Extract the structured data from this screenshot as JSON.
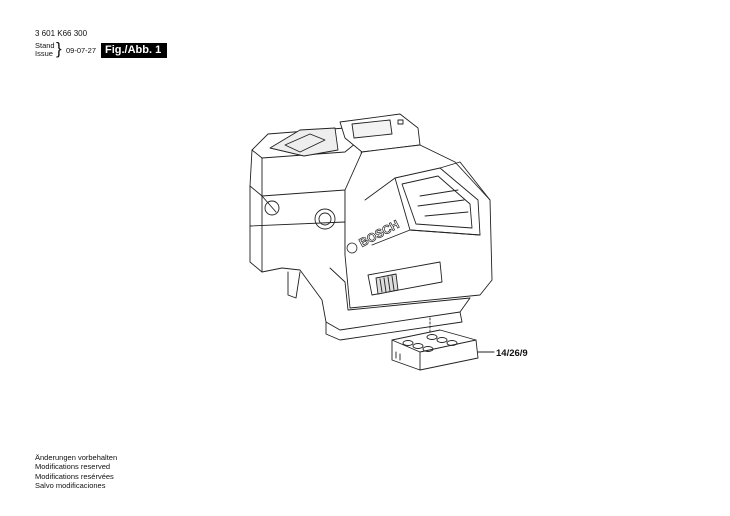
{
  "header": {
    "part_number": "3 601 K66 300",
    "stand_label": "Stand",
    "issue_label": "Issue",
    "date": "09-07-27",
    "figure_label": "Fig./Abb. 1"
  },
  "diagram": {
    "subject": "Bosch point laser level, exploded view",
    "brand_text": "BOSCH",
    "callouts": [
      {
        "label": "14/26/9",
        "part": "base-plate"
      }
    ]
  },
  "footer": {
    "notes": [
      "Änderungen vorbehalten",
      "Modifications reserved",
      "Modifications resérvées",
      "Salvo modificaciones"
    ]
  }
}
